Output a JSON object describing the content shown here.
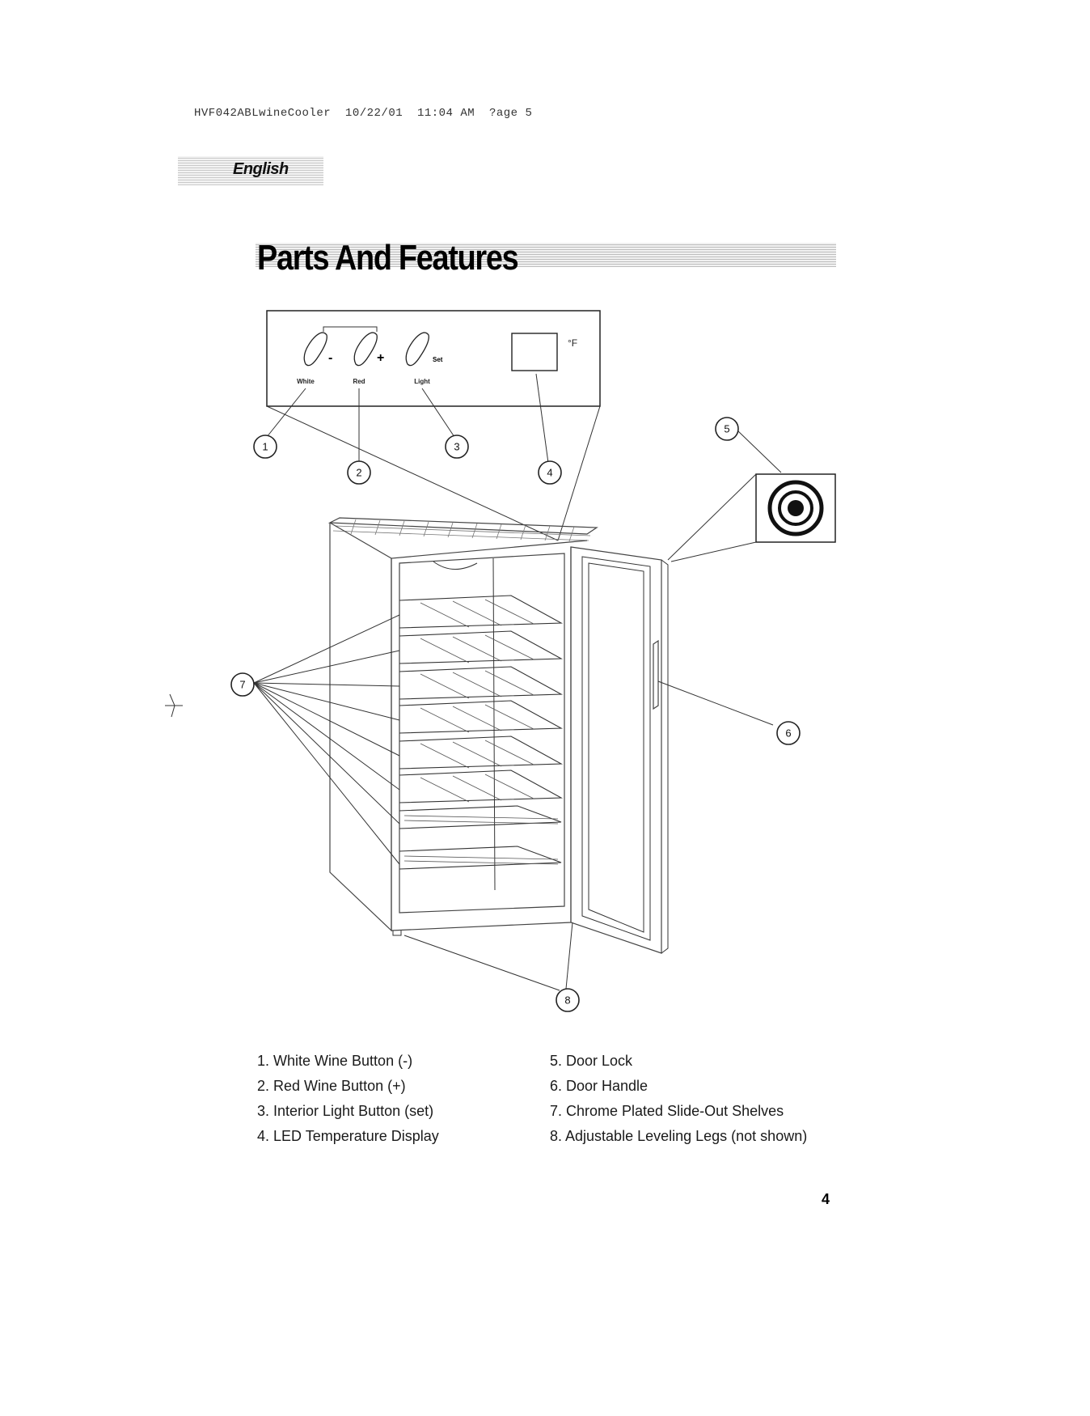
{
  "header": {
    "print_line": "HVF042ABLwineCooler  10/22/01  11:04 AM  ?age 5"
  },
  "language_tab": "English",
  "title": "Parts And Features",
  "control_panel": {
    "buttons": [
      {
        "symbol": "-",
        "label": "White"
      },
      {
        "symbol": "+",
        "label": "Red"
      },
      {
        "symbol": "Set",
        "label": "Light"
      }
    ],
    "display_unit": "°F"
  },
  "callouts": [
    "1",
    "2",
    "3",
    "4",
    "5",
    "6",
    "7",
    "8"
  ],
  "parts_left": [
    "1. White Wine Button (-)",
    "2. Red Wine Button (+)",
    "3. Interior Light Button (set)",
    "4. LED Temperature Display"
  ],
  "parts_right": [
    "5. Door Lock",
    "6. Door Handle",
    "7. Chrome Plated Slide-Out Shelves",
    "8. Adjustable Leveling Legs (not shown)"
  ],
  "page_number": "4"
}
